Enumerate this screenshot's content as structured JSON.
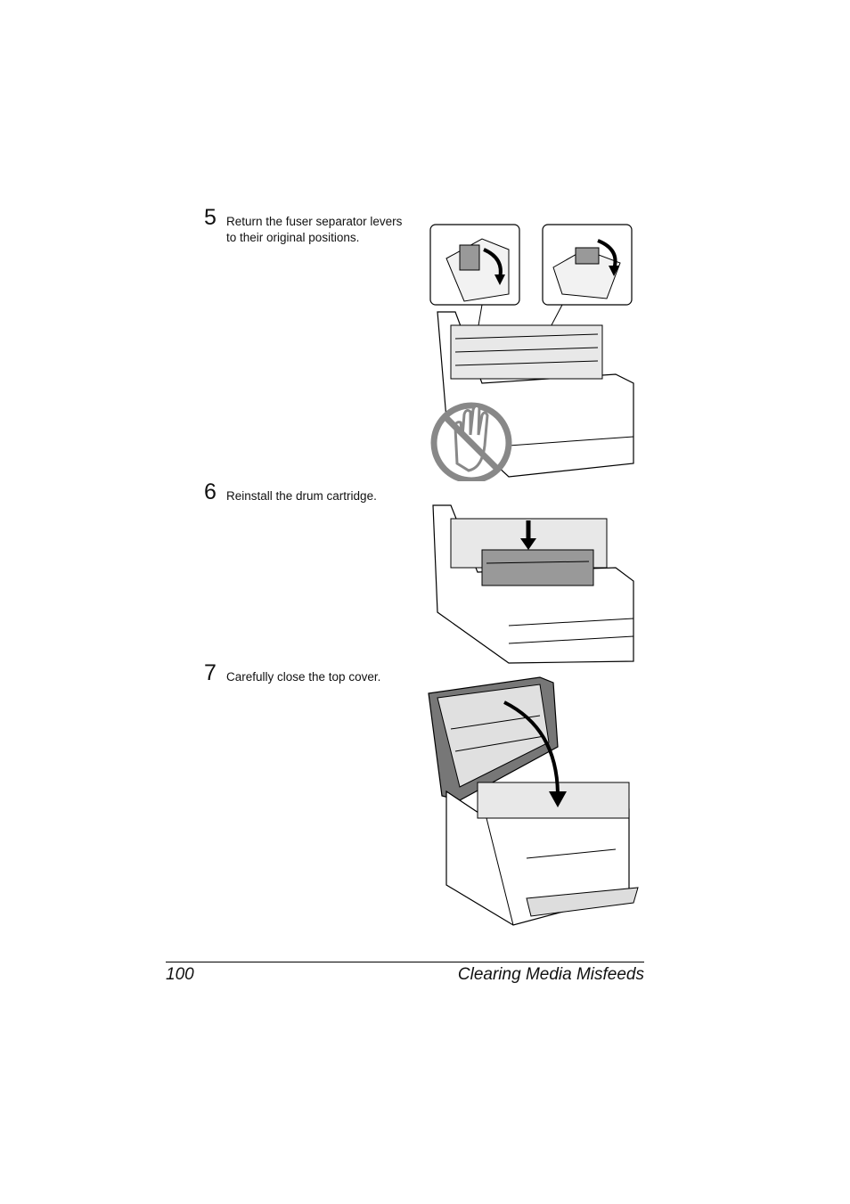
{
  "steps": [
    {
      "number": "5",
      "text": "Return the fuser separator levers to their original positions."
    },
    {
      "number": "6",
      "text": "Reinstall the drum cartridge."
    },
    {
      "number": "7",
      "text": "Carefully close the top cover."
    }
  ],
  "footer": {
    "page_number": "100",
    "section_title": "Clearing Media Misfeeds"
  },
  "icons": {
    "warning": "no-touch-hand-icon",
    "arrow": "curved-arrow-icon"
  }
}
